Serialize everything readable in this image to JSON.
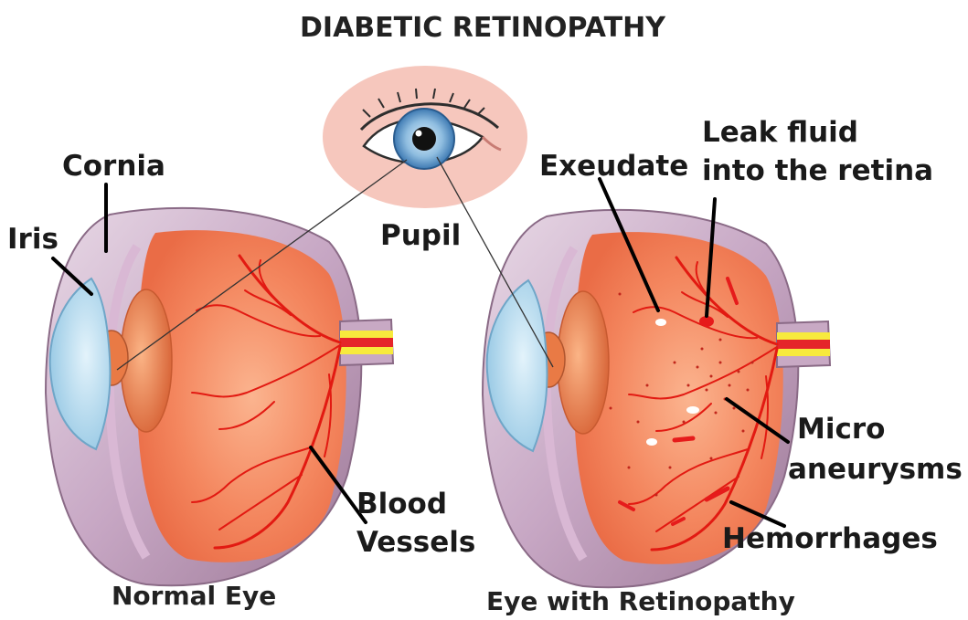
{
  "title": "DIABETIC RETINOPATHY",
  "labels": {
    "cornia": "Cornia",
    "iris": "Iris",
    "pupil": "Pupil",
    "blood_vessels_line1": "Blood",
    "blood_vessels_line2": "Vessels",
    "exeudate": "Exeudate",
    "leak_line1": "Leak fluid",
    "leak_line2": "into the retina",
    "micro_line1": "Micro",
    "micro_line2": "aneurysms",
    "hemorrhages": "Hemorrhages"
  },
  "captions": {
    "normal": "Normal Eye",
    "retinopathy": "Eye with Retinopathy"
  },
  "colors": {
    "retina": "#f4875f",
    "vessel": "#e21a12",
    "sclera": "#c8a9c4",
    "cornea": "#a7d3ea",
    "lens": "#f08a54",
    "iris_blue": "#7fb2d9",
    "skin": "#f6c7bd",
    "nerve_yellow": "#f7ea3d",
    "exudate": "#ffffff"
  },
  "icons": {
    "eye_front": "eye-front-icon",
    "normal_eye": "eye-cross-section-icon",
    "retinopathy_eye": "eye-cross-section-icon"
  }
}
